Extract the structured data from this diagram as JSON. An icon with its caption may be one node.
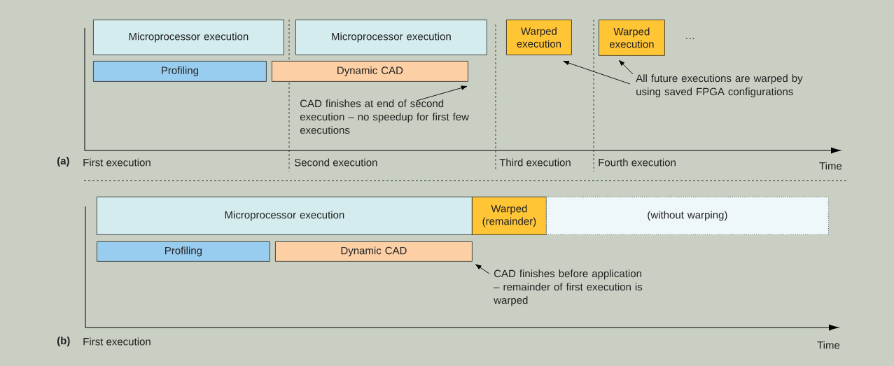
{
  "diagram": {
    "nodes": [
      {
        "text": [
          "Microprocessor execution"
        ]
      },
      {
        "text": [
          "Microprocessor execution"
        ]
      },
      {
        "text": [
          "Warped execution"
        ]
      },
      {
        "text": [
          "Warped execution"
        ]
      },
      {
        "text": [
          "Profiling"
        ]
      },
      {
        "text": [
          "Dynamic CAD"
        ]
      },
      {
        "text": [
          "CAD finishes at end of second execution – no speedup for first few executions"
        ]
      },
      {
        "text": [
          "All future executions are warped by using saved FPGA configurations"
        ]
      },
      {
        "text": [
          "Microprocessor execution"
        ]
      },
      {
        "text": [
          "Warped (remainder)"
        ]
      },
      {
        "text": [
          "(without warping)"
        ]
      },
      {
        "text": [
          "Profiling"
        ]
      },
      {
        "text": [
          "Dynamic CAD"
        ]
      },
      {
        "text": [
          "CAD finishes before application – remainder of first execution is warped"
        ]
      }
    ],
    "edges": [
      {
        "from": 6,
        "to": 5,
        "arrow": "to"
      },
      {
        "from": 7,
        "to": 2,
        "arrow": "to"
      },
      {
        "from": 7,
        "to": 3,
        "arrow": "to"
      },
      {
        "from": 13,
        "to": 12,
        "arrow": "to"
      }
    ],
    "labels": [
      "…",
      "(a)",
      "First execution",
      "Second execution",
      "Third execution",
      "Fourth execution",
      "Time",
      "(b)",
      "First execution",
      "Time"
    ]
  }
}
